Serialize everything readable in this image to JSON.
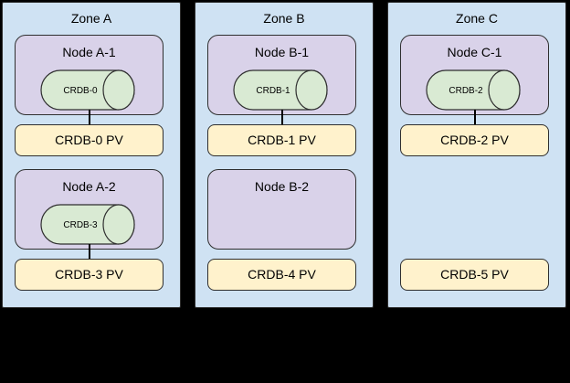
{
  "colors": {
    "background": "#000000",
    "zone_fill": "#cfe2f3",
    "node_fill": "#d9d2e9",
    "disk_fill": "#d9ead3",
    "pv_fill": "#fff2cc",
    "shape_border": "#2f2f2f",
    "connector": "#000000"
  },
  "zones": [
    {
      "label": "Zone A",
      "nodes": [
        {
          "label": "Node A-1",
          "disk": "CRDB-0"
        },
        {
          "label": "Node A-2",
          "disk": "CRDB-3"
        }
      ],
      "pvs": [
        "CRDB-0 PV",
        "CRDB-3 PV"
      ]
    },
    {
      "label": "Zone B",
      "nodes": [
        {
          "label": "Node B-1",
          "disk": "CRDB-1"
        },
        {
          "label": "Node B-2"
        }
      ],
      "pvs": [
        "CRDB-1 PV",
        "CRDB-4 PV"
      ]
    },
    {
      "label": "Zone C",
      "nodes": [
        {
          "label": "Node C-1",
          "disk": "CRDB-2"
        }
      ],
      "pvs": [
        "CRDB-2 PV",
        "CRDB-5 PV"
      ]
    }
  ]
}
